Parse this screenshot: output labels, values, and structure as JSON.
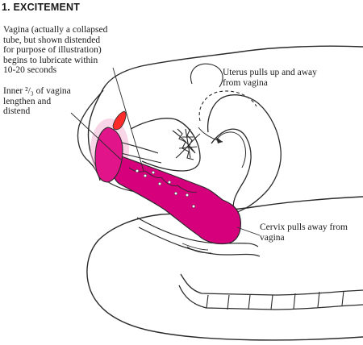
{
  "title": "1. EXCITEMENT",
  "labels": {
    "vagina": "Vagina (actually a collapsed\ntube, but shown distended\nfor purpose of illustration)\nbegins to lubricate within\n10-20 seconds",
    "inner": "Inner ²/₃ of vagina\nlengthen and\ndistend",
    "uterus": "Uterus pulls up and away\nfrom vagina",
    "cervix": "Cervix pulls away from\nvagina"
  },
  "colors": {
    "vagina_fill": "#d6007c",
    "labia_fill": "#e2148a",
    "glow": "#f4b4d4",
    "clitoris": "#ff2a2a",
    "line": "#2a2a2a"
  }
}
